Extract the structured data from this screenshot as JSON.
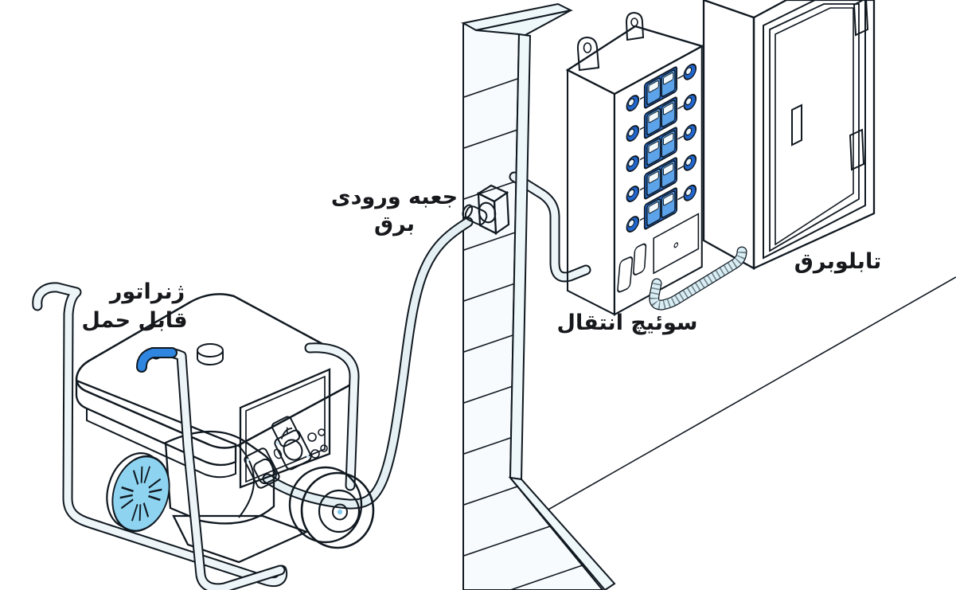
{
  "scene": {
    "type": "isometric-technical-illustration",
    "subject": "Portable generator connected through a power inlet box to a transfer switch and main breaker panel inside a house",
    "language": "fa",
    "background": "#ffffff"
  },
  "labels": {
    "power_inlet_box": "جعبه ورودی برق",
    "generator_line1": "ژنراتور",
    "generator_line2": "قابل حمل",
    "transfer_switch": "سوئیچ انتقال",
    "breaker_panel": "تابلوبرق"
  },
  "components": [
    "portable-generator",
    "generator-frame",
    "fuel-tank",
    "fuel-cap",
    "control-panel",
    "analog-gauge",
    "power-outlets",
    "flywheel-fan",
    "wheel",
    "power-cord",
    "plug",
    "exterior-wall-siding",
    "power-inlet-box",
    "wall-conduit",
    "transfer-switch",
    "breaker-rockers",
    "corrugated-conduit",
    "breaker-panel-cabinet",
    "panel-door",
    "door-handle",
    "door-hinges",
    "floor-line"
  ],
  "colors": {
    "outline": "#101820",
    "bright_blue": "#2e86e0",
    "dark_blue": "#1f5fc8",
    "switch_blue": "#2166cc",
    "body_light_blue": "#7cc6ee",
    "engine_blue": "#55aae8",
    "disc_blue": "#8ed4f0",
    "pale_cyan_face": "#e4f6fb",
    "cyan_side": "#9fe0f1",
    "cyan_top": "#cceff8",
    "panel_side": "#a6e4f3",
    "panel_door": "#e8f8fd",
    "tube_fill": "#edf5f8",
    "cable_fill": "#e4f0f4",
    "wall_fill": "#f7fbfd",
    "label_color": "#17181c",
    "background": "#ffffff"
  }
}
